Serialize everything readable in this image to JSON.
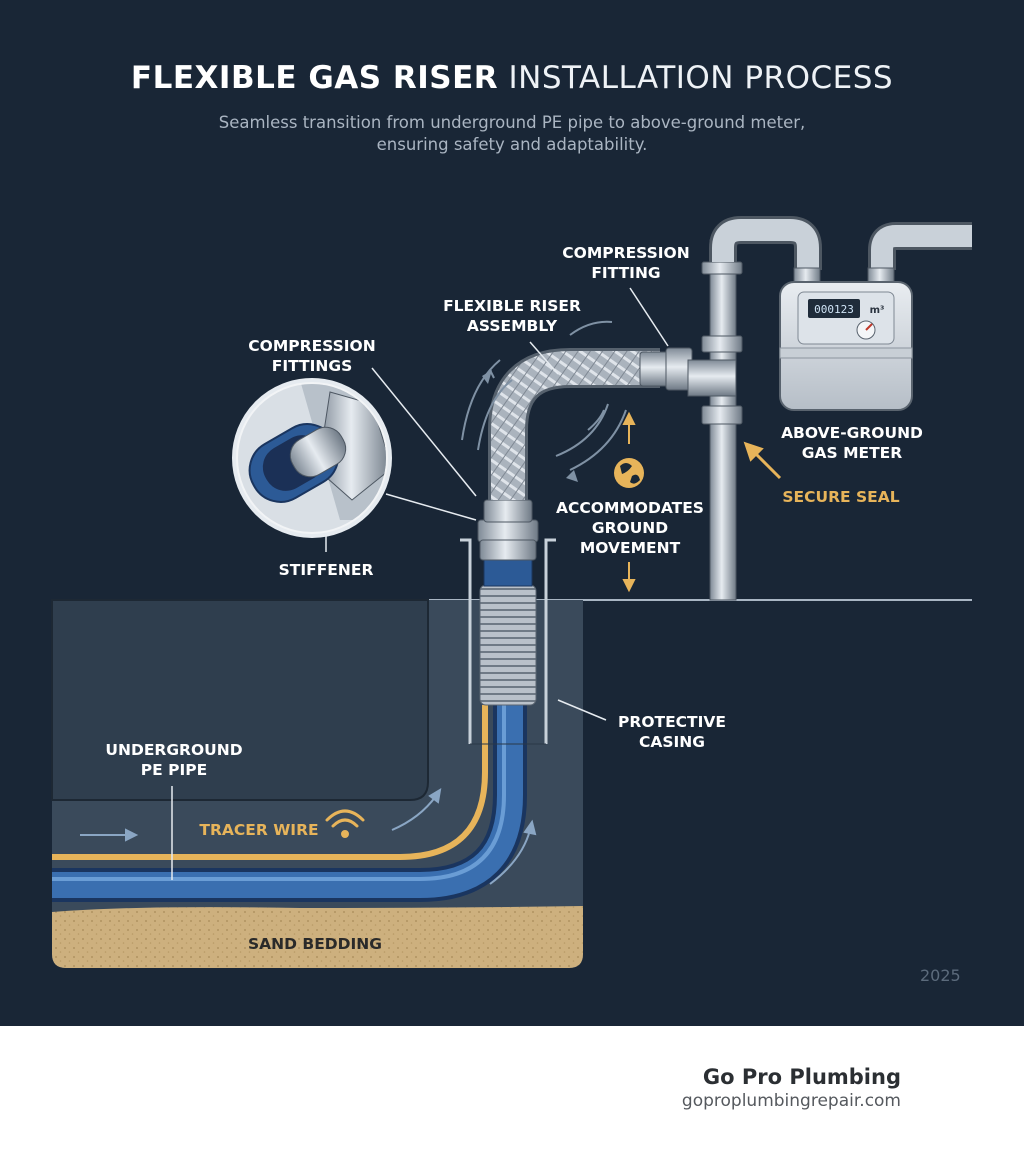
{
  "title": {
    "bold": "FLEXIBLE GAS RISER",
    "light": "INSTALLATION PROCESS"
  },
  "subtitle": {
    "line1": "Seamless transition from underground PE pipe to above-ground meter,",
    "line2": "ensuring safety and adaptability."
  },
  "labels": {
    "compression_fitting": [
      "COMPRESSION",
      "FITTING"
    ],
    "flexible_riser_assembly": [
      "FLEXIBLE RISER",
      "ASSEMBLY"
    ],
    "compression_fittings": [
      "COMPRESSION",
      "FITTINGS"
    ],
    "above_ground_gas_meter": [
      "ABOVE-GROUND",
      "GAS METER"
    ],
    "secure_seal": "SECURE SEAL",
    "accommodates_ground_movement": [
      "ACCOMMODATES",
      "GROUND",
      "MOVEMENT"
    ],
    "stiffener": "STIFFENER",
    "protective_casing": [
      "PROTECTIVE",
      "CASING"
    ],
    "underground_pe_pipe": [
      "UNDERGROUND",
      "PE PIPE"
    ],
    "tracer_wire": "TRACER WIRE",
    "sand_bedding": "SAND BEDDING"
  },
  "meter": {
    "reading": "000123",
    "unit": "m³"
  },
  "year": "2025",
  "footer": {
    "brand": "Go Pro Plumbing",
    "url": "goproplumbingrepair.com"
  },
  "colors": {
    "background": "#192636",
    "accent_gold": "#e7b45a",
    "pe_pipe_blue": "#3a6fb0",
    "sand": "#cdb07e"
  }
}
